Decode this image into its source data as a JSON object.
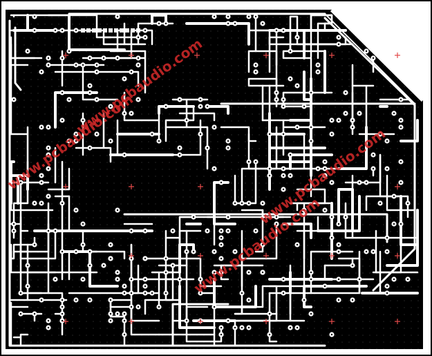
{
  "board": {
    "background_color": "#ffffff",
    "copper_color": "#000000",
    "frame_color": "#000000",
    "trace_color": "#ffffff",
    "fiducial_color": "#e24a4a"
  },
  "watermarks": [
    {
      "text": "www.pcbaudio.com",
      "color": "#d42a2a"
    },
    {
      "text": "www.pcbaudio.com",
      "color": "#d42a2a"
    },
    {
      "text": "www.pcbaudio.com",
      "color": "#d42a2a"
    },
    {
      "text": "www.pcbaudio.com",
      "color": "#d42a2a"
    }
  ]
}
